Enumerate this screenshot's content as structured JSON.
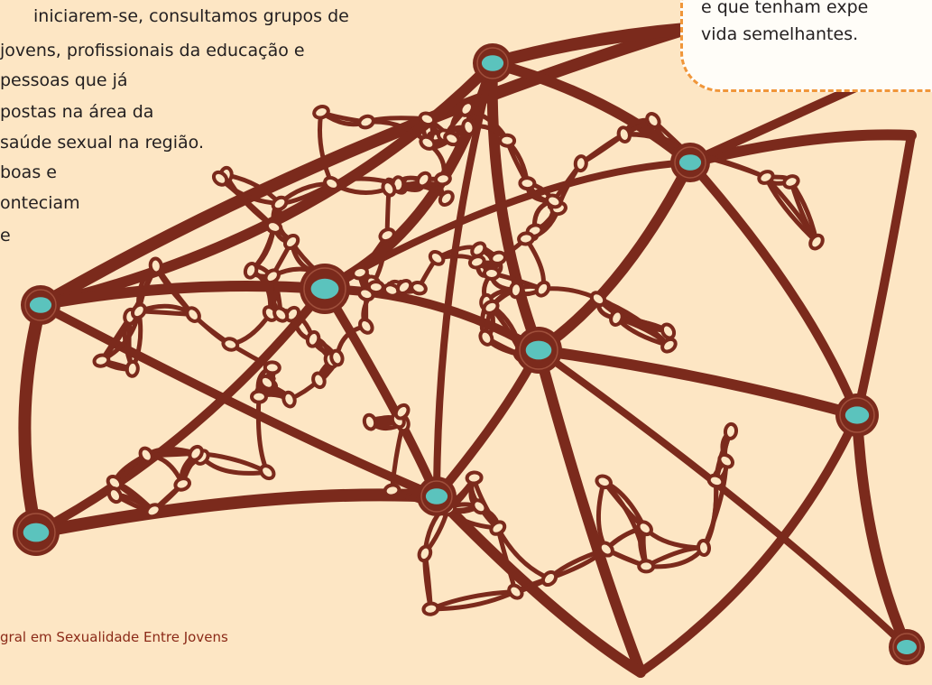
{
  "body_text": {
    "lines": [
      "iniciarem-se, consultamos grupos de",
      "jovens, profissionais da educação e",
      "pessoas que já",
      "postas na área da",
      "saúde sexual na região.",
      "boas e",
      "onteciam",
      "e"
    ]
  },
  "callout": {
    "lines": [
      "e que tenham  expe",
      "vida semelhantes."
    ]
  },
  "footer": {
    "text": "gral em Sexualidade Entre Jovens"
  },
  "colors": {
    "background": "#fde6c4",
    "network": "#7b2a1c",
    "node_fill": "#5bc3bd",
    "callout_border": "#f0963a",
    "footer_text": "#8b2a18"
  },
  "illustration": {
    "name": "network-net-illustration"
  }
}
